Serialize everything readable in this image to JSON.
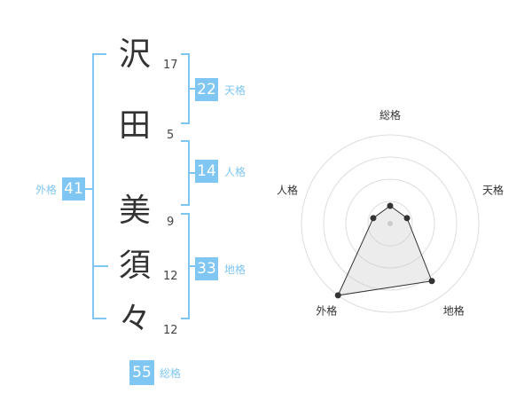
{
  "name": {
    "characters": [
      {
        "char": "沢",
        "strokes": "17"
      },
      {
        "char": "田",
        "strokes": "5"
      },
      {
        "char": "美",
        "strokes": "9"
      },
      {
        "char": "須",
        "strokes": "12"
      },
      {
        "char": "々",
        "strokes": "12"
      }
    ]
  },
  "kakusu": {
    "tenkaku": {
      "value": "22",
      "label": "天格"
    },
    "jinkaku": {
      "value": "14",
      "label": "人格"
    },
    "chikaku": {
      "value": "33",
      "label": "地格"
    },
    "gaikaku": {
      "value": "41",
      "label": "外格"
    },
    "soukaku": {
      "value": "55",
      "label": "総格"
    }
  },
  "colors": {
    "accent": "#7fc6f2",
    "text": "#333333"
  },
  "chart_data": {
    "type": "radar",
    "axes": [
      "総格",
      "天格",
      "地格",
      "外格",
      "人格"
    ],
    "values": [
      1,
      1,
      4,
      5,
      1
    ],
    "rings": 4,
    "max": 5
  }
}
